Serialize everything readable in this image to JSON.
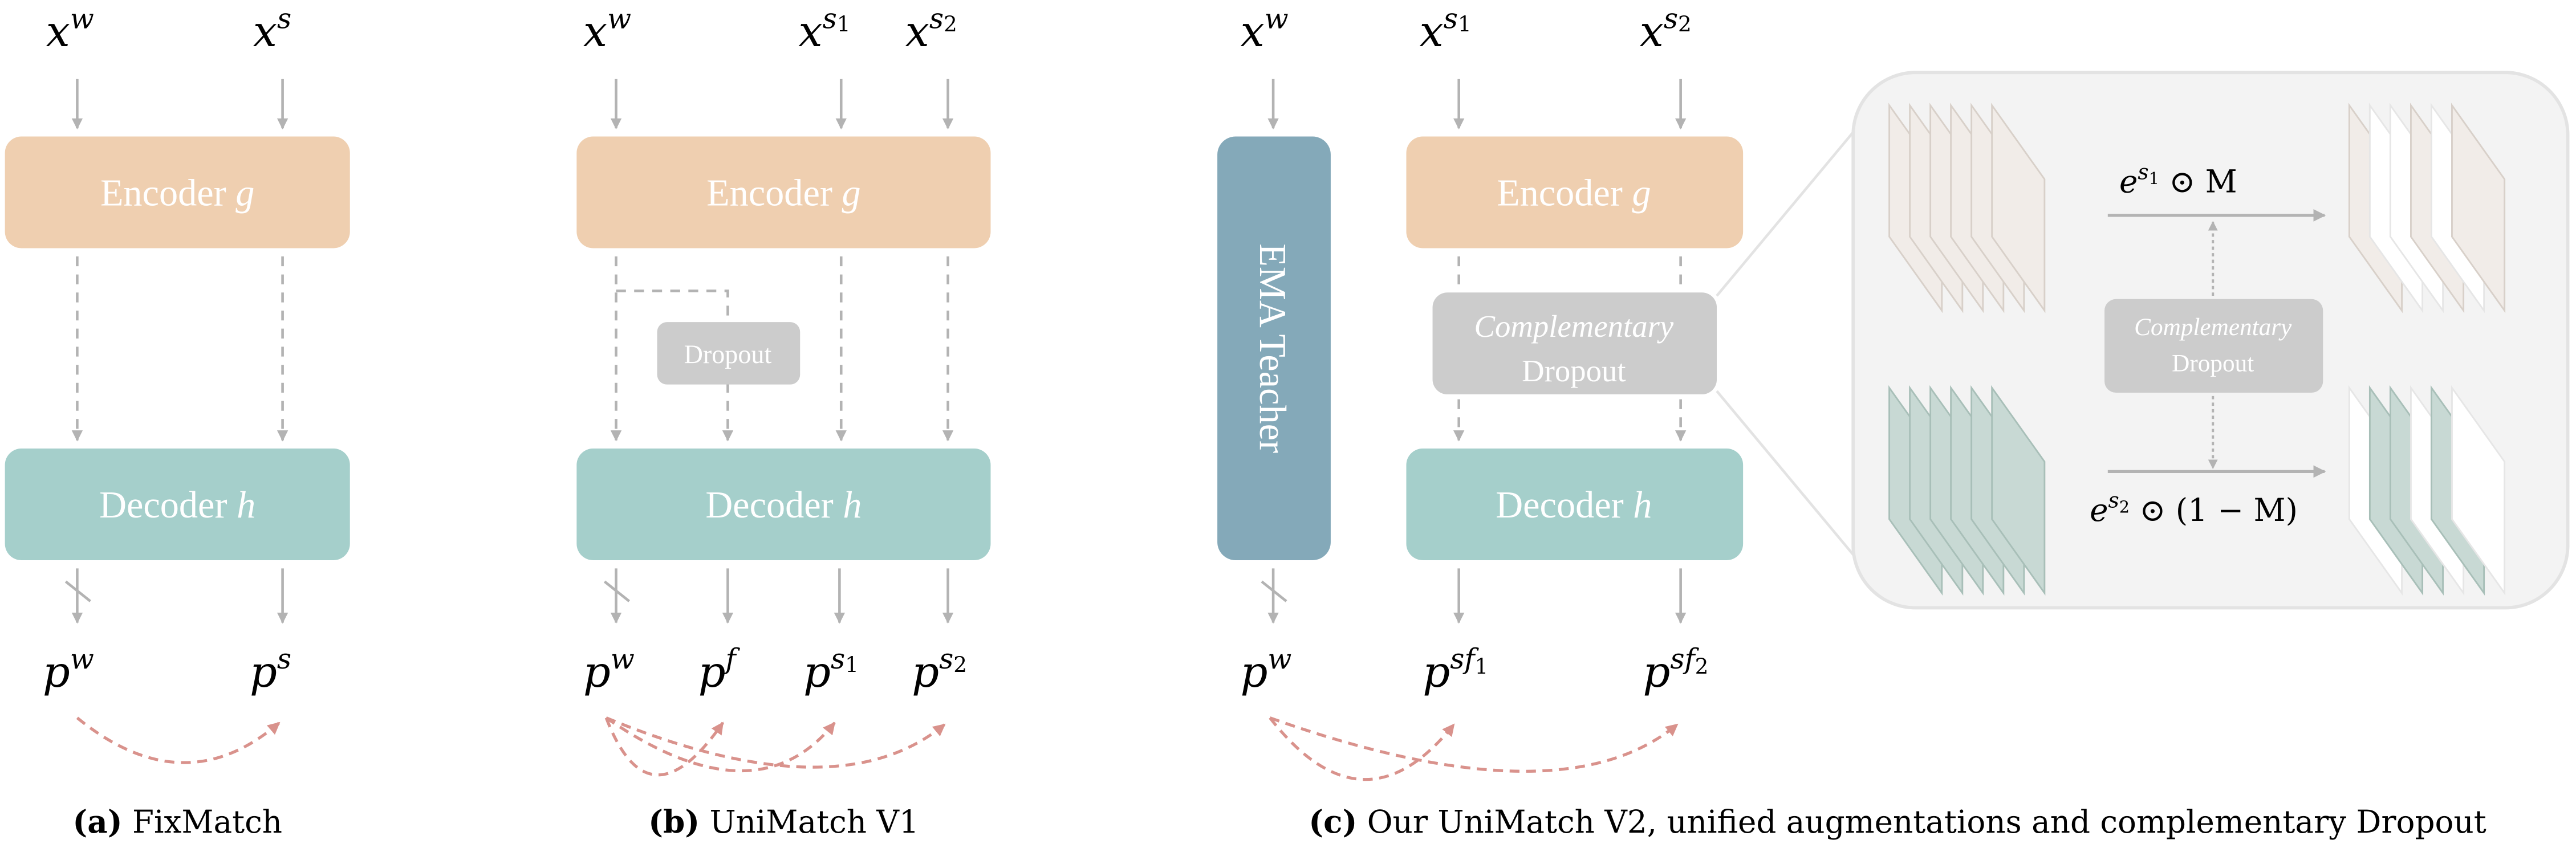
{
  "colors": {
    "encoder": "#efcfb0",
    "decoder": "#a5cfcb",
    "ema": "#84a9b9",
    "dropout": "#cccccc",
    "arrow": "#b3b3b3",
    "consistency": "#d9928c",
    "inset_bg": "#f3f3f3",
    "inset_border": "#e3e3e3",
    "feat_warm": "#f1ece8",
    "feat_warm_stroke": "#d8d0c9",
    "feat_green": "#c8d9d4",
    "feat_green_stroke": "#a8bfb8"
  },
  "panel_a": {
    "inputs": [
      {
        "base": "x",
        "sup": "w",
        "sub": ""
      },
      {
        "base": "x",
        "sup": "s",
        "sub": ""
      }
    ],
    "encoder": {
      "label": "Encoder",
      "var": "g"
    },
    "decoder": {
      "label": "Decoder",
      "var": "h"
    },
    "outputs": [
      {
        "base": "p",
        "sup": "w",
        "sub": ""
      },
      {
        "base": "p",
        "sup": "s",
        "sub": ""
      }
    ],
    "caption": {
      "tag": "(a)",
      "text": "FixMatch"
    }
  },
  "panel_b": {
    "inputs": [
      {
        "base": "x",
        "sup": "w",
        "sub": ""
      },
      {
        "base": "x",
        "sup": "s",
        "sub": "1"
      },
      {
        "base": "x",
        "sup": "s",
        "sub": "2"
      }
    ],
    "encoder": {
      "label": "Encoder",
      "var": "g"
    },
    "dropout": {
      "label": "Dropout"
    },
    "decoder": {
      "label": "Decoder",
      "var": "h"
    },
    "outputs": [
      {
        "base": "p",
        "sup": "w",
        "sub": ""
      },
      {
        "base": "p",
        "sup": "f",
        "sub": ""
      },
      {
        "base": "p",
        "sup": "s",
        "sub": "1"
      },
      {
        "base": "p",
        "sup": "s",
        "sub": "2"
      }
    ],
    "caption": {
      "tag": "(b)",
      "text": "UniMatch V1"
    }
  },
  "panel_c": {
    "inputs": [
      {
        "base": "x",
        "sup": "w",
        "sub": ""
      },
      {
        "base": "x",
        "sup": "s",
        "sub": "1"
      },
      {
        "base": "x",
        "sup": "s",
        "sub": "2"
      }
    ],
    "ema": {
      "label": "EMA Teacher"
    },
    "encoder": {
      "label": "Encoder",
      "var": "g"
    },
    "comp_dropout": {
      "line1": "Complementary",
      "line2": "Dropout"
    },
    "decoder": {
      "label": "Decoder",
      "var": "h"
    },
    "outputs": [
      {
        "base": "p",
        "sup": "w",
        "sub": ""
      },
      {
        "base": "p",
        "sup": "sf",
        "sub": "1"
      },
      {
        "base": "p",
        "sup": "sf",
        "sub": "2"
      }
    ],
    "inset": {
      "top_formula": "e^{s1} ⊙ M",
      "top_formula_parts": {
        "base": "e",
        "sup": "s",
        "sup_sub": "1",
        "rest": " ⊙ M"
      },
      "bottom_formula_parts": {
        "base": "e",
        "sup": "s",
        "sup_sub": "2",
        "rest": " ⊙ (1 − M)"
      },
      "dropout": {
        "line1": "Complementary",
        "line2": "Dropout"
      },
      "top_mask": [
        1,
        0,
        0,
        1,
        0,
        1
      ],
      "bottom_mask": [
        0,
        1,
        1,
        0,
        1,
        0
      ]
    },
    "caption": {
      "tag": "(c)",
      "text": "Our UniMatch V2, unified augmentations and complementary Dropout"
    }
  }
}
